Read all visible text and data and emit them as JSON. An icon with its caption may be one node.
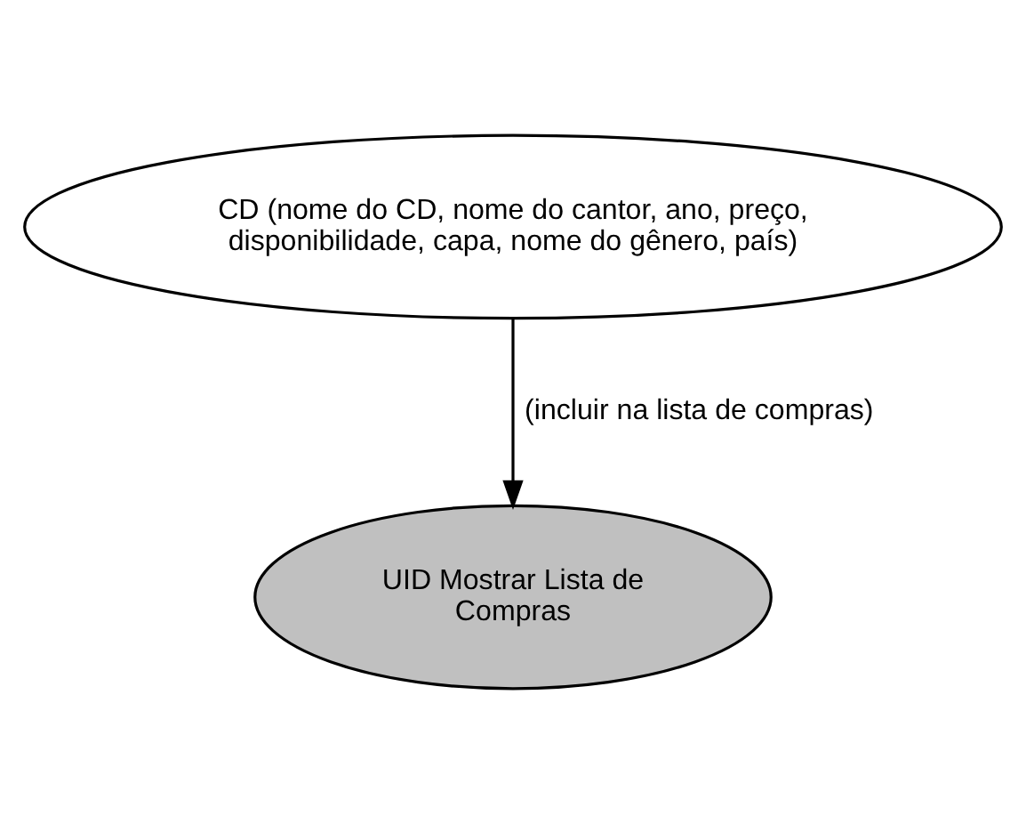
{
  "diagram": {
    "nodes": [
      {
        "text": [
          "CD (nome do CD, nome do cantor, ano, preço, disponibilidade, capa, nome do gênero, país)"
        ]
      },
      {
        "text": [
          "UID Mostrar Lista de Compras"
        ]
      }
    ],
    "edges": [
      {
        "from": 0,
        "to": 1,
        "arrow": "to",
        "label": "(incluir na lista de compras)"
      }
    ]
  }
}
